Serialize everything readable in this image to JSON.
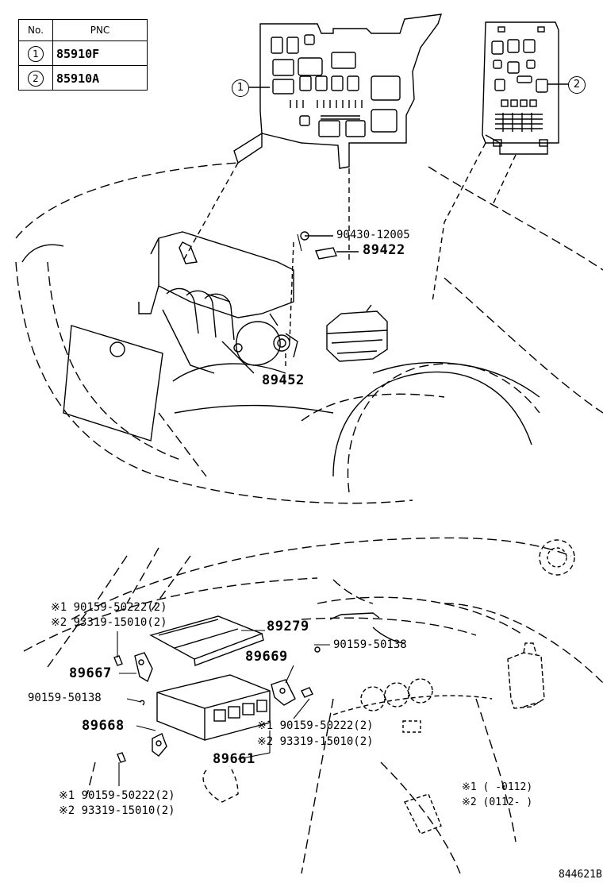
{
  "pnc_table": {
    "header_no": "No.",
    "header_pnc": "PNC",
    "rows": [
      {
        "no": "1",
        "pnc": "85910F"
      },
      {
        "no": "2",
        "pnc": "85910A"
      }
    ]
  },
  "callouts": {
    "relay_block_1": "1",
    "relay_block_2": "2"
  },
  "parts": {
    "p90430": "90430-12005",
    "p89422": "89422",
    "p89452": "89452",
    "p89279": "89279",
    "p90159_50138_right": "90159-50138",
    "p89669": "89669",
    "p89667": "89667",
    "p90159_50138_left": "90159-50138",
    "p89668": "89668",
    "p89661": "89661"
  },
  "notes": {
    "top_left_1": "※1 90159-50222(2)",
    "top_left_2": "※2 93319-15010(2)",
    "mid_right_1": "※1 90159-50222(2)",
    "mid_right_2": "※2 93319-15010(2)",
    "bottom_left_1": "※1 90159-50222(2)",
    "bottom_left_2": "※2 93319-15010(2)",
    "legend_1": "※1 (      -0112)",
    "legend_2": "※2 (0112-      )"
  },
  "diagram_id": "844621B"
}
